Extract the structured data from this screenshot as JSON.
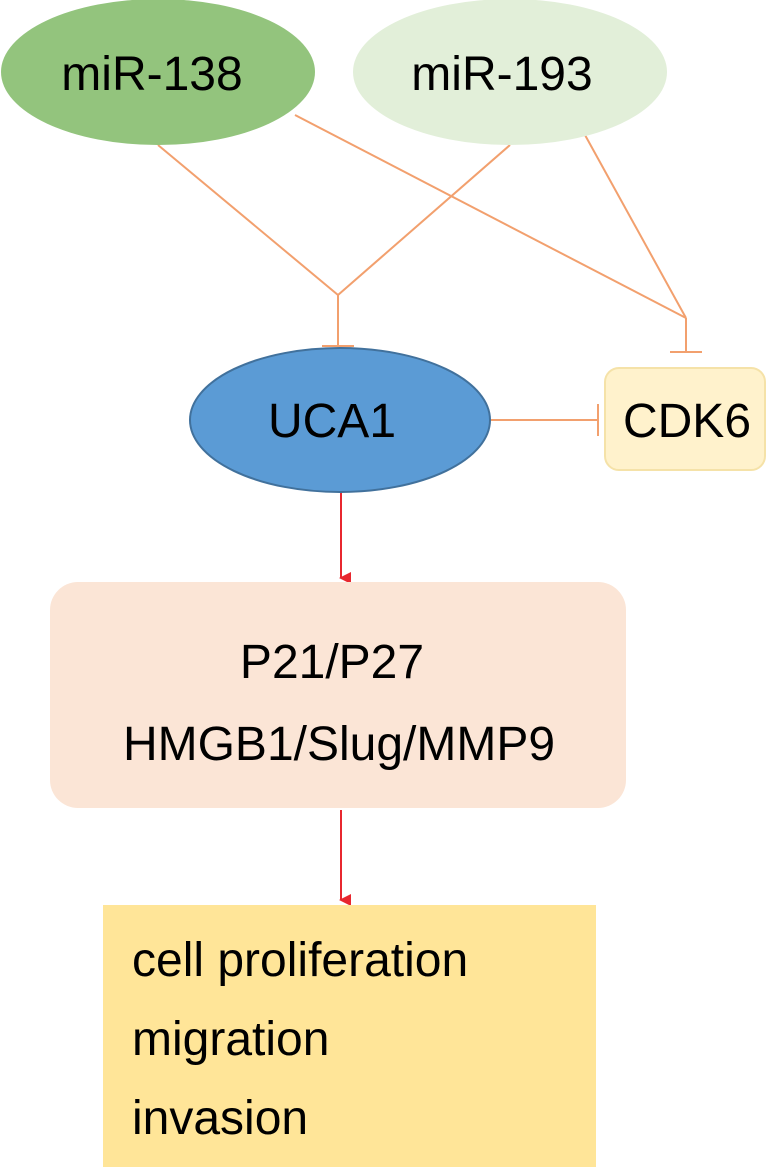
{
  "colors": {
    "mir138_fill": "#93c47d",
    "mir193_fill": "#e2efd9",
    "uca1_fill": "#5b9bd5",
    "cdk6_fill": "#fff2cc",
    "targets_fill": "#fbe5d6",
    "outcome_fill": "#ffe598",
    "inhibit_edge": "#f2a06e",
    "activate_edge": "#e8272f"
  },
  "nodes": {
    "mir138": "miR-138",
    "mir193": "miR-193",
    "uca1": "UCA1",
    "cdk6": "CDK6",
    "targets": [
      "P21/P27",
      "HMGB1/Slug/MMP9"
    ],
    "outcome": [
      "cell proliferation",
      "migration",
      "invasion"
    ]
  },
  "edges": [
    {
      "from": "miR-138",
      "to": "UCA1",
      "type": "inhibit"
    },
    {
      "from": "miR-193",
      "to": "UCA1",
      "type": "inhibit"
    },
    {
      "from": "miR-138",
      "to": "CDK6",
      "type": "inhibit"
    },
    {
      "from": "miR-193",
      "to": "CDK6",
      "type": "inhibit"
    },
    {
      "from": "UCA1",
      "to": "CDK6",
      "type": "inhibit"
    },
    {
      "from": "UCA1",
      "to": "P21/P27 HMGB1/Slug/MMP9",
      "type": "activate"
    },
    {
      "from": "P21/P27 HMGB1/Slug/MMP9",
      "to": "cell proliferation migration invasion",
      "type": "activate"
    }
  ]
}
